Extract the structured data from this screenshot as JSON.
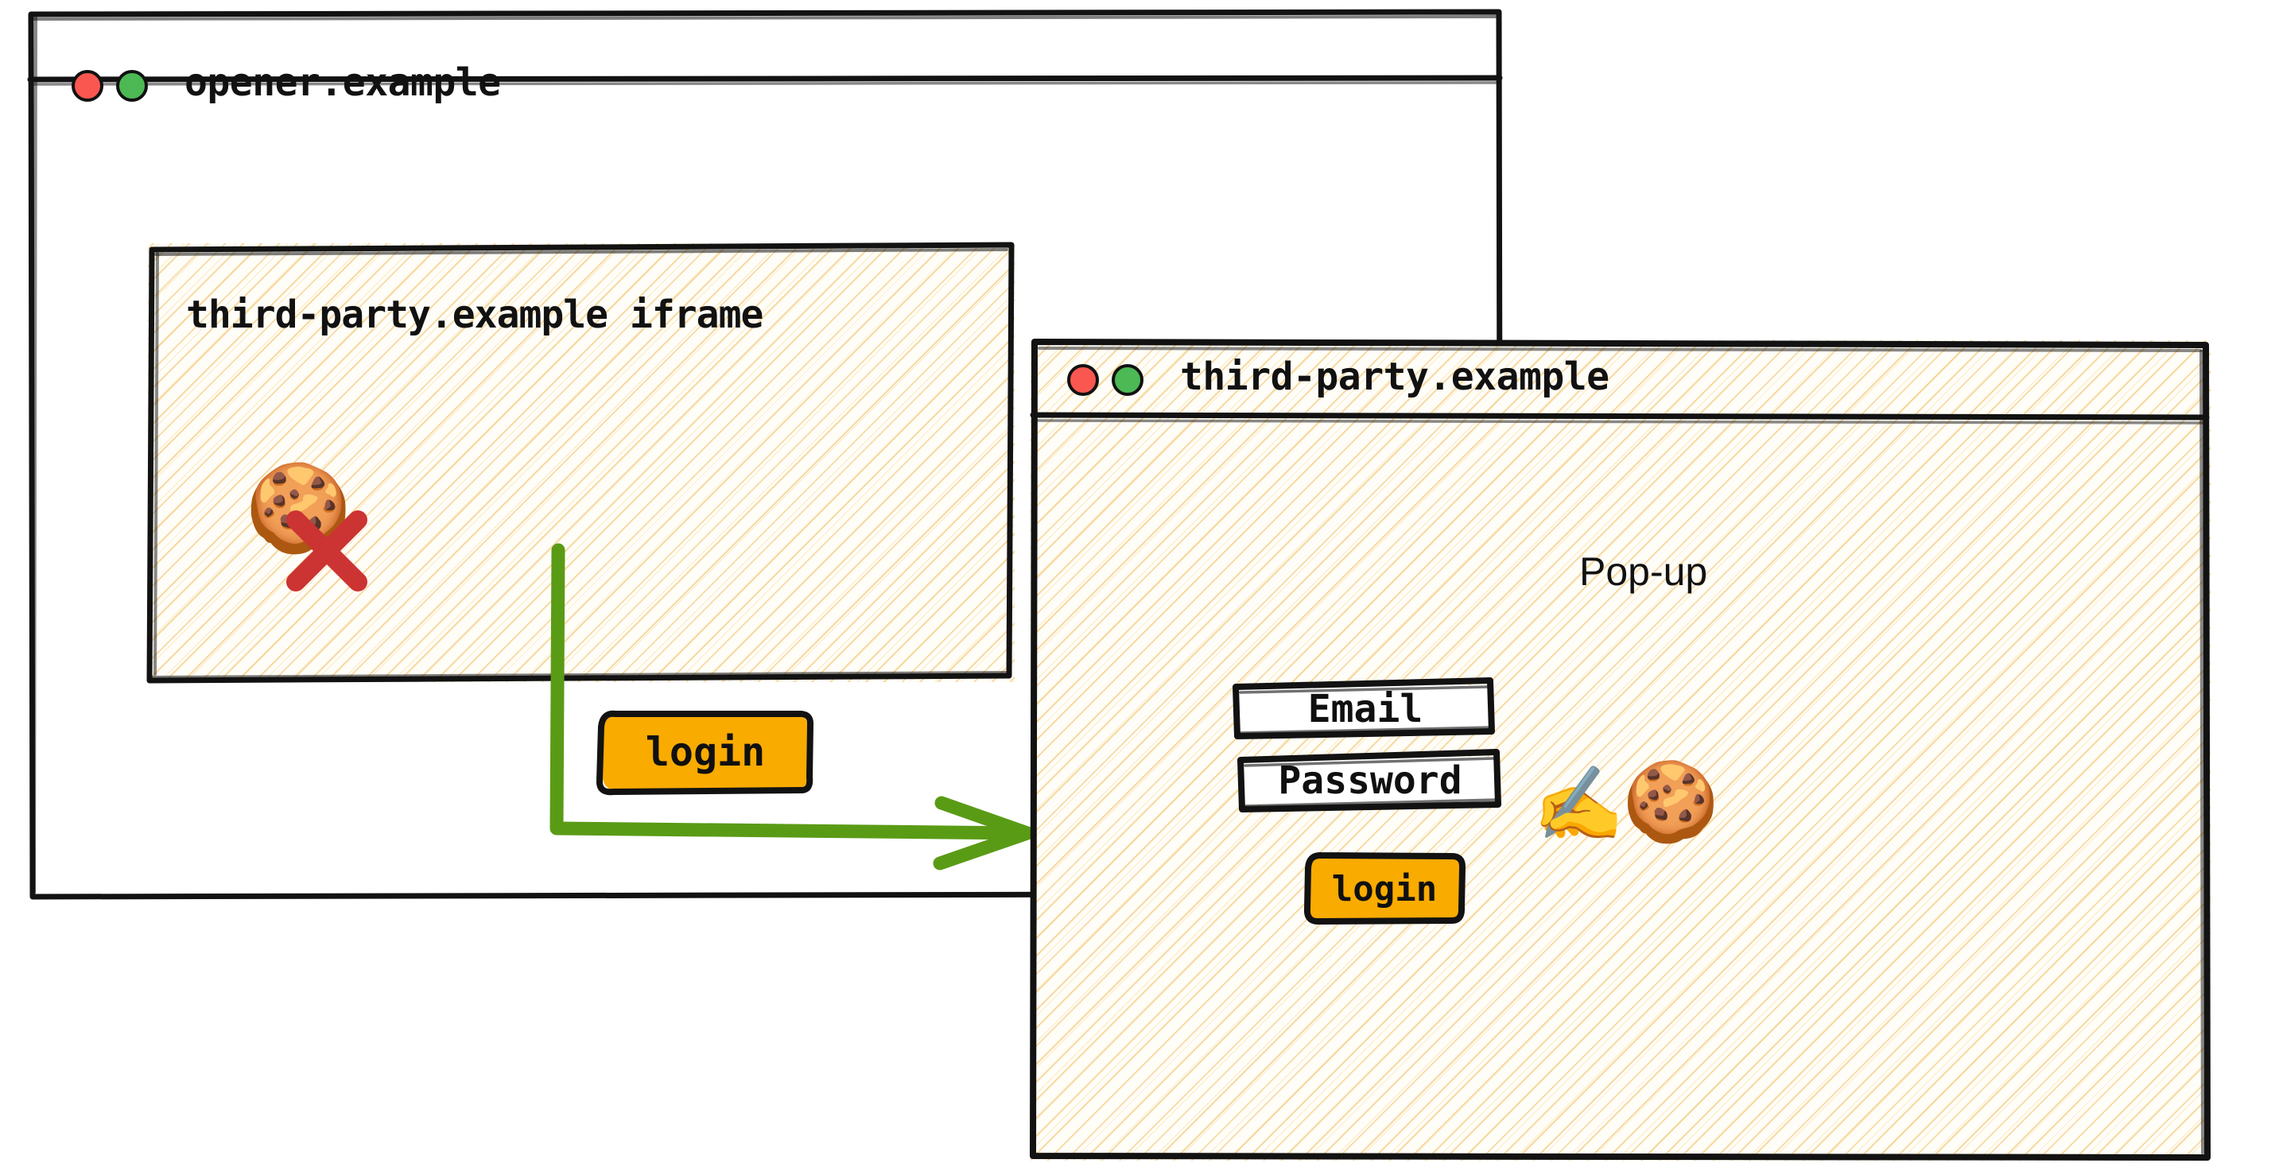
{
  "opener_window": {
    "title": "opener.example",
    "controls": [
      {
        "name": "close",
        "color": "#fa5750"
      },
      {
        "name": "maximize",
        "color": "#4cb955"
      }
    ],
    "iframe": {
      "title": "third-party.example iframe",
      "cookie_icon": "cookie-icon",
      "cookie_blocked_icon": "red-x-icon",
      "login_label": "login"
    }
  },
  "popup_window": {
    "title": "third-party.example",
    "label": "Pop-up",
    "controls": [
      {
        "name": "close",
        "color": "#fa5750"
      },
      {
        "name": "maximize",
        "color": "#4cb955"
      }
    ],
    "form": {
      "email_label": "Email",
      "password_label": "Password",
      "login_label": "login"
    },
    "writing_hand_icon": "writing-hand-icon",
    "cookie_icon": "cookie-icon"
  },
  "flow": {
    "arrow_color": "#5a9b16",
    "description": "login"
  },
  "colors": {
    "accent_button": "#f9ab00",
    "arrow_green": "#5a9b16",
    "blocked_red": "#cc3333",
    "hatch_line": "#f0be5f",
    "hatch_bg": "#fffdf7",
    "stroke": "#121212"
  }
}
